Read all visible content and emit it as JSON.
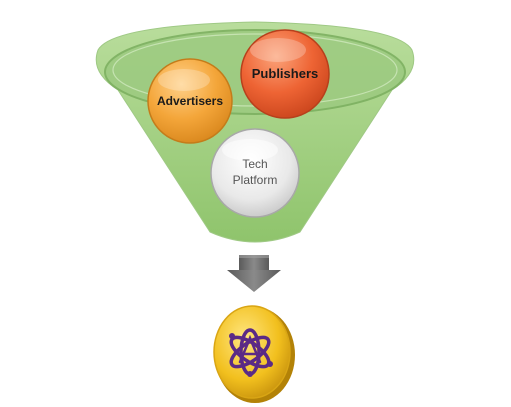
{
  "diagram": {
    "funnel_inputs": [
      {
        "id": "advertisers",
        "label": "Advertisers",
        "color": "#f0a030"
      },
      {
        "id": "publishers",
        "label": "Publishers",
        "color": "#e8552a"
      },
      {
        "id": "tech",
        "label_lines": [
          "Tech",
          "Platform"
        ],
        "color": "#e6e6e6"
      }
    ],
    "funnel_color": "#a8d48a",
    "arrow_color": "#707070",
    "output_icon": "atom-a-logo-icon",
    "output_color": "#f2c01e",
    "logo_color": "#5b2a86"
  }
}
